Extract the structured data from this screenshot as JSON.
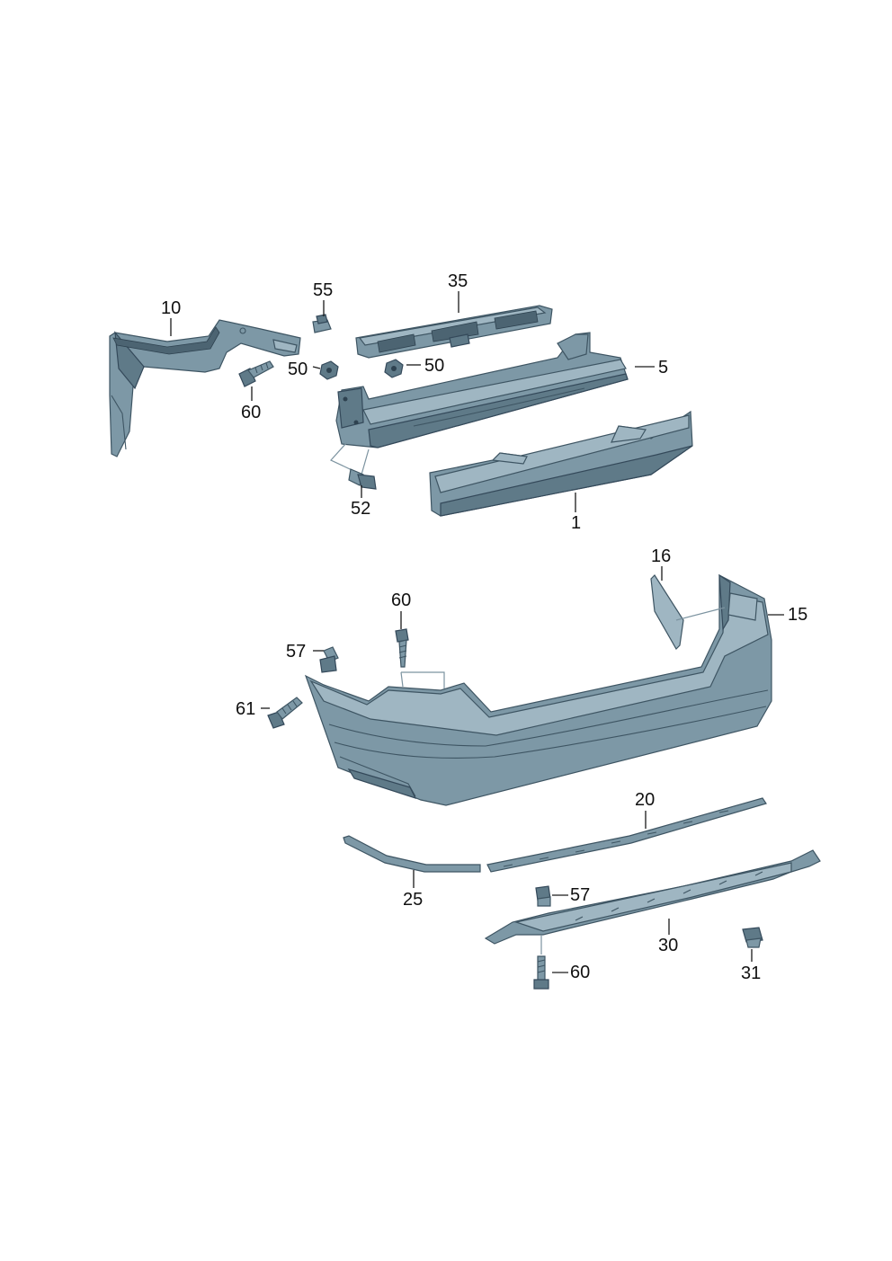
{
  "callouts": {
    "c1": "1",
    "c5": "5",
    "c10": "10",
    "c15": "15",
    "c16": "16",
    "c20": "20",
    "c25": "25",
    "c30": "30",
    "c31": "31",
    "c35": "35",
    "c50a": "50",
    "c50b": "50",
    "c52": "52",
    "c55": "55",
    "c57a": "57",
    "c57b": "57",
    "c60a": "60",
    "c60b": "60",
    "c60c": "60",
    "c61": "61"
  },
  "colors": {
    "part_fill": "#7d98a6",
    "part_outline": "#3e5563",
    "background": "#ffffff"
  }
}
